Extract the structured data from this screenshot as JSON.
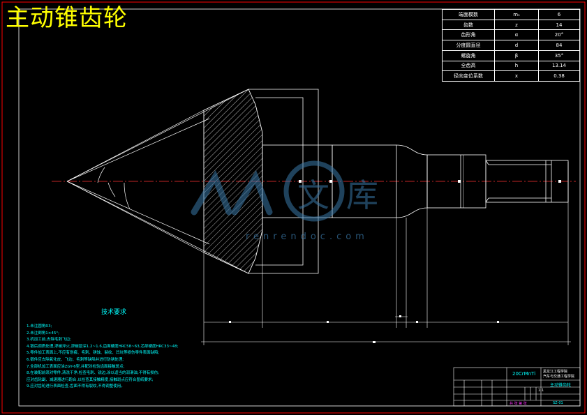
{
  "drawing": {
    "title": "主动锥齿轮"
  },
  "param_table": {
    "rows": [
      {
        "name": "端面模数",
        "symbol": "mₛ",
        "value": "6"
      },
      {
        "name": "齿数",
        "symbol": "z",
        "value": "14"
      },
      {
        "name": "齿形角",
        "symbol": "α",
        "value": "20°"
      },
      {
        "name": "分度圆直径",
        "symbol": "d",
        "value": "84"
      },
      {
        "name": "螺旋角",
        "symbol": "β",
        "value": "35°"
      },
      {
        "name": "全齿高",
        "symbol": "h",
        "value": "13.14"
      },
      {
        "name": "径向变位系数",
        "symbol": "x",
        "value": "0.38"
      }
    ]
  },
  "tech_requirements": {
    "title": "技术要求",
    "items": [
      "1.未注圆角R3;",
      "2.未注倒角1×45°;",
      "3.机加工前,去除毛刺飞边;",
      "4.锻后调质处理,渗碳淬火,渗碳层深1.2~1.6,齿面硬度HRC58~63,芯部硬度HRC33~48;",
      "5.零件加工表面上,不应有划痕、毛刺、锈蚀、裂纹、凹坑等损伤零件表面缺陷;",
      "6.锻件应去除氧化皮、飞边、毛刺等缺陷并进行防锈处理;",
      "7.全部机加工表面应涂ZGY-6型,并配对检验齿面接触斑点;",
      "8.在装配前须对零件,清洗干净,检查毛刺、锐边,涂以适当的润滑油,不得有损伤;",
      "  应对齿轮副、减速器进行跑合,以检查其接触精度,接触斑点应符合图纸要求;",
      "9.应对齿轮进行表面检查,齿面不得有裂纹,不得调整使用。"
    ]
  },
  "title_block": {
    "material": "20CrMnTi",
    "school": "黑龙江工程学院",
    "dept": "汽车与交通工程学院",
    "part_name": "主动锥齿轮",
    "sheet_info": "共 张  第 张",
    "drawing_no": "SZ-01",
    "scale": "1:1"
  },
  "watermark": {
    "text": "人人文库",
    "url": "renrendoc.com"
  },
  "colors": {
    "background": "#000000",
    "frame": "#ff0000",
    "outline": "#ffffff",
    "title": "#ffff00",
    "notes": "#00ffff",
    "centerline": "#ff0000",
    "watermark": "#3a78a8"
  }
}
